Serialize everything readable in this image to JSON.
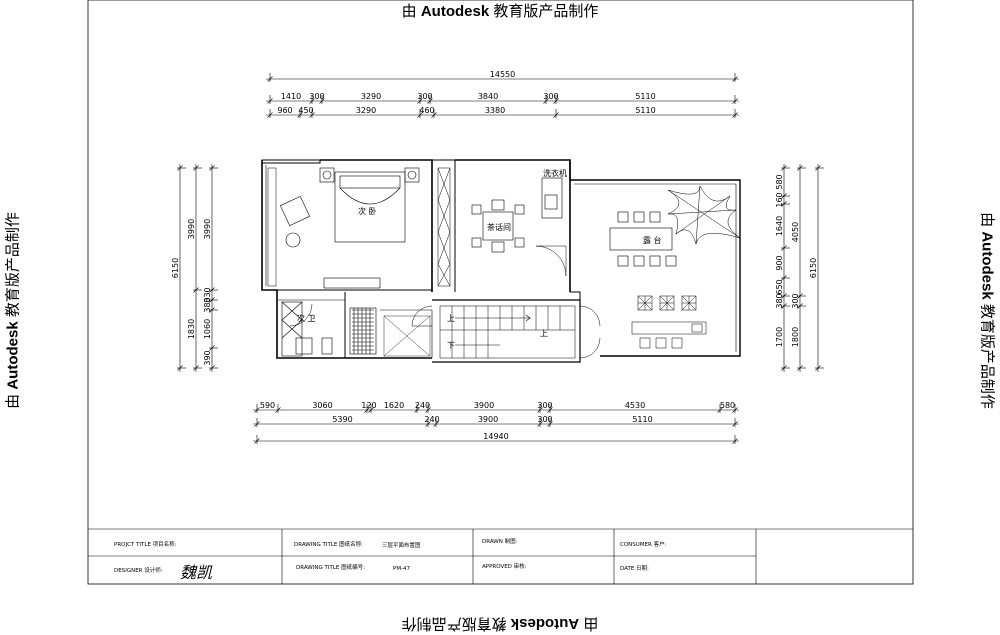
{
  "watermark": {
    "prefix": "由 ",
    "brand": "Autodesk",
    "suffix": " 教育版产品制作"
  },
  "dimensions": {
    "top_total": "14550",
    "top_row1": [
      "1410",
      "300",
      "3290",
      "300",
      "3840",
      "300",
      "5110"
    ],
    "top_row2": [
      "960",
      "450",
      "3290",
      "460",
      "3380",
      "5110"
    ],
    "bottom_row1": [
      "590",
      "3060",
      "120",
      "1620",
      "240",
      "3900",
      "300",
      "4530",
      "580"
    ],
    "bottom_row2": [
      "5390",
      "240",
      "3900",
      "300",
      "5110"
    ],
    "bottom_total": "14940",
    "left_outer": "6150",
    "left_inner1": [
      "3990",
      "1830"
    ],
    "left_inner2": [
      "3990",
      "330",
      "380",
      "1060",
      "390"
    ],
    "right_inner1": [
      "580",
      "160",
      "1640",
      "900",
      "650",
      "380",
      "1700"
    ],
    "right_inner2": [
      "4050",
      "300",
      "1800"
    ],
    "right_outer": "6150"
  },
  "rooms": {
    "bedroom": "次 卧",
    "bathroom": "次 卫",
    "tea_room": "茶话间",
    "terrace": "露 台",
    "up1": "上",
    "up2": "上",
    "down": "下",
    "laundry": "洗衣机"
  },
  "title_block": {
    "project_title_label": "PROJCT  TITLE   项目名称:",
    "designer_label": "DESIGNER 设计师:",
    "designer_signature": "魏凯",
    "drawing_title_label": "DRAWING TITLE 图纸名称:",
    "drawing_title_value": "三层平面布置图",
    "drawing_no_label": "DRAWING TITLE 图纸编号:",
    "drawing_no_value": "PM-47",
    "drawn_label": "DRAWN 制图:",
    "approved_label": "APPROVED 审核:",
    "consumer_label": "CONSUMER  客户:",
    "date_label": "DATE 日期:"
  }
}
